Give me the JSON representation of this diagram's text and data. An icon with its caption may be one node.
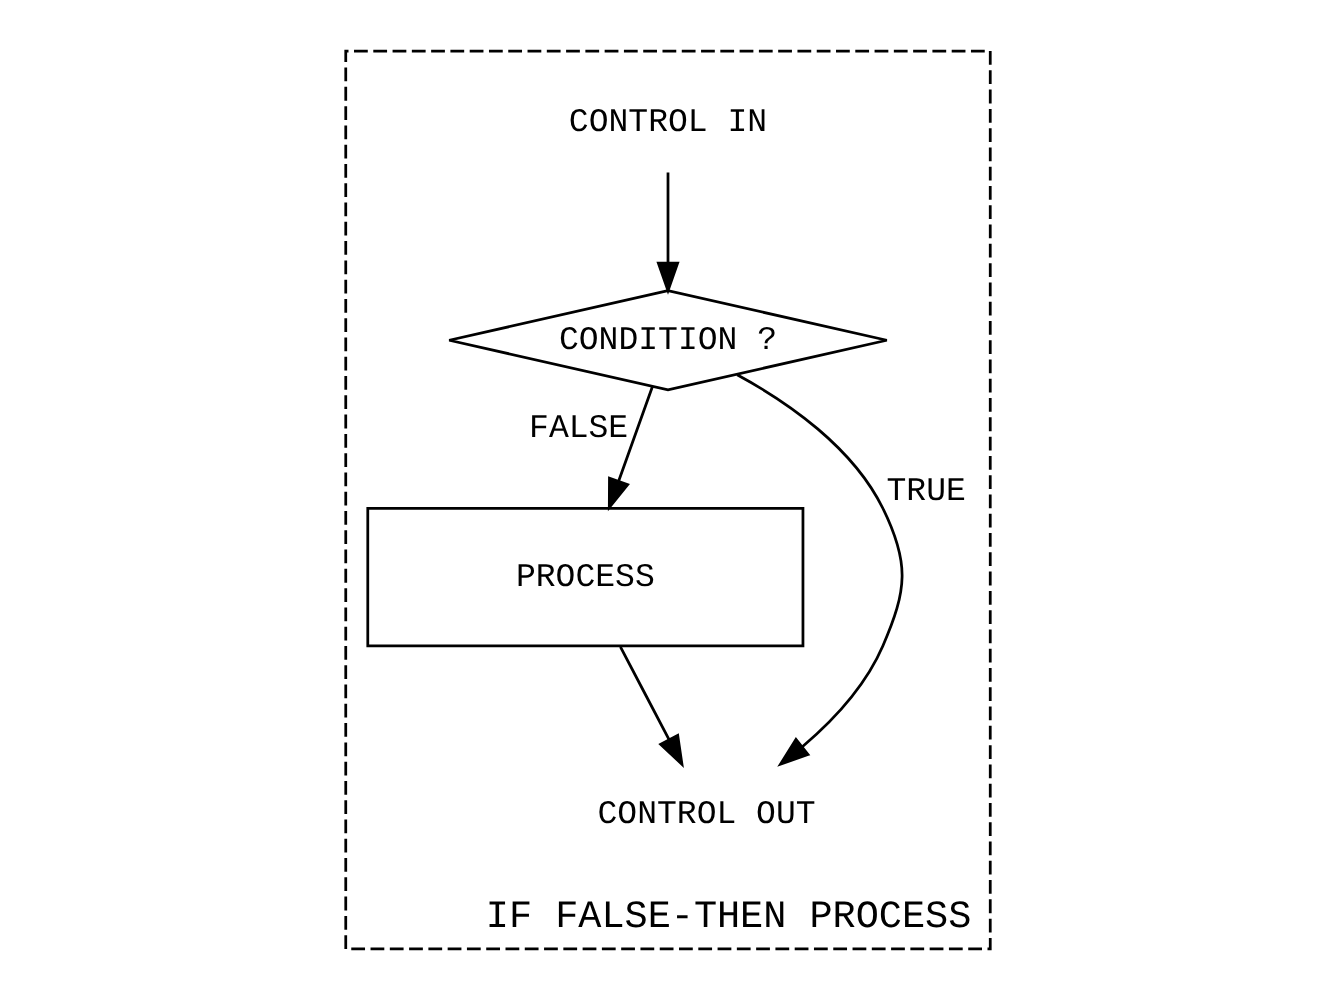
{
  "diagram": {
    "nodes": [
      {
        "text": [
          "IF FALSE-THEN PROCESS"
        ]
      },
      {
        "text": [
          "CONTROL IN"
        ],
        "in": 0
      },
      {
        "text": [
          "CONDITION ?"
        ],
        "in": 0
      },
      {
        "text": [
          "PROCESS"
        ],
        "in": 0
      },
      {
        "text": [
          "CONTROL OUT"
        ],
        "in": 0
      }
    ],
    "edges": [
      {
        "from": 1,
        "to": 2,
        "arrow": "to"
      },
      {
        "from": 2,
        "to": 3,
        "arrow": "to",
        "label": "FALSE"
      },
      {
        "from": 2,
        "to": 4,
        "arrow": "to",
        "label": "TRUE"
      },
      {
        "from": 3,
        "to": 4,
        "arrow": "to"
      }
    ]
  }
}
